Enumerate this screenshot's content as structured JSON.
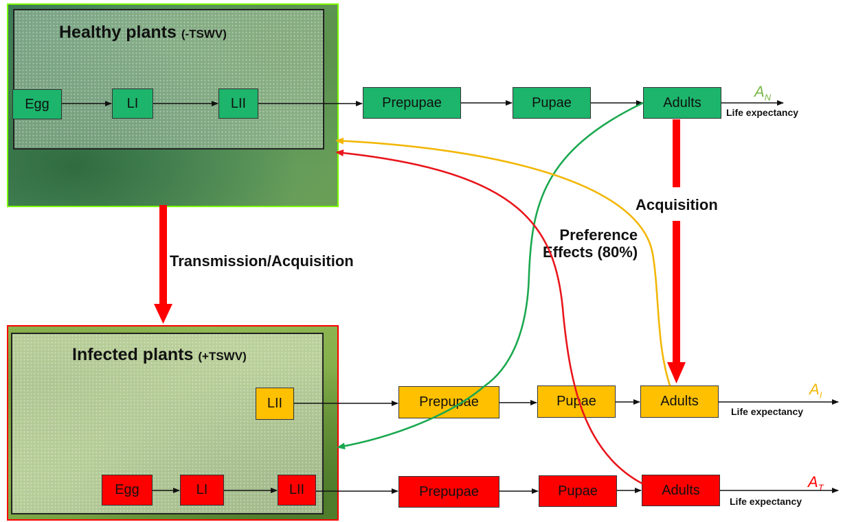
{
  "healthy": {
    "title": "Healthy plants",
    "title_tag": "(-TSWV)",
    "stages": [
      "Egg",
      "LI",
      "LII"
    ]
  },
  "infected": {
    "title": "Infected plants",
    "title_tag": "(+TSWV)",
    "stage_lii_top": "LII",
    "stages_bottom": [
      "Egg",
      "LI",
      "LII"
    ]
  },
  "rows": {
    "green": {
      "prepupae": "Prepupae",
      "pupae": "Pupae",
      "adults": "Adults",
      "a_letter": "A",
      "a_sub": "N",
      "life": "Life expectancy",
      "color": "#1cb56b"
    },
    "yellow": {
      "prepupae": "Prepupae",
      "pupae": "Pupae",
      "adults": "Adults",
      "a_letter": "A",
      "a_sub": "I",
      "life": "Life expectancy",
      "color": "#ffc000"
    },
    "red": {
      "prepupae": "Prepupae",
      "pupae": "Pupae",
      "adults": "Adults",
      "a_letter": "A",
      "a_sub": "T",
      "life": "Life expectancy",
      "color": "#ff0000"
    }
  },
  "labels": {
    "transmission": "Transmission/Acquisition",
    "acquisition": "Acquisition",
    "preference_line1": "Preference",
    "preference_line2": "Effects (80%)"
  },
  "colors": {
    "healthy_border": "#7CFC00",
    "infected_border": "#ff0000",
    "arrow": "#ff0000",
    "curve_green": "#1aa84f",
    "curve_yellow": "#f2b705",
    "curve_red": "#e8161c"
  }
}
